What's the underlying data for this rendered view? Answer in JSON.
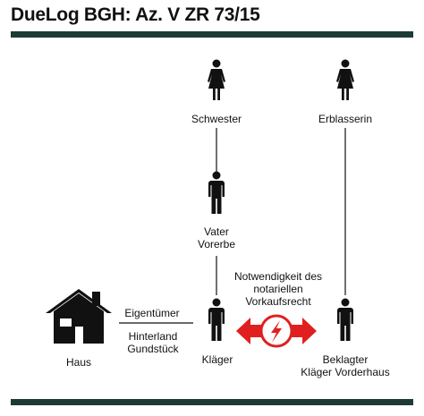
{
  "title": "DueLog BGH: Az. V ZR 73/15",
  "nodes": {
    "schwester": "Schwester",
    "erblasserin": "Erblasserin",
    "vater_line1": "Vater",
    "vater_line2": "Vorerbe",
    "klaeger": "Kläger",
    "beklagter_line1": "Beklagter",
    "beklagter_line2": "Kläger Vorderhaus",
    "haus": "Haus"
  },
  "edges": {
    "owner_line1": "Eigentümer",
    "owner_line2_a": "Hinterland",
    "owner_line2_b": "Gundstück",
    "conflict_line1": "Notwendigkeit des",
    "conflict_line2": "notariellen",
    "conflict_line3": "Vorkaufsrecht"
  },
  "colors": {
    "accent_bar": "#1d3a36",
    "conflict_red": "#e02020",
    "figure": "#111111"
  },
  "icons": [
    "woman-icon",
    "man-icon",
    "house-icon",
    "lightning-icon",
    "double-arrow-icon"
  ]
}
